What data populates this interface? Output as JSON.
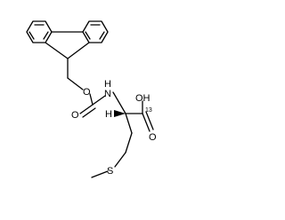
{
  "molecule": {
    "atoms": {
      "o_ether": "O",
      "o_carbonyl": "O",
      "nh": "H",
      "n": "N",
      "oh": "OH",
      "isotope": "13",
      "acid_o": "O",
      "h_stereo": "H",
      "s": "S"
    }
  }
}
